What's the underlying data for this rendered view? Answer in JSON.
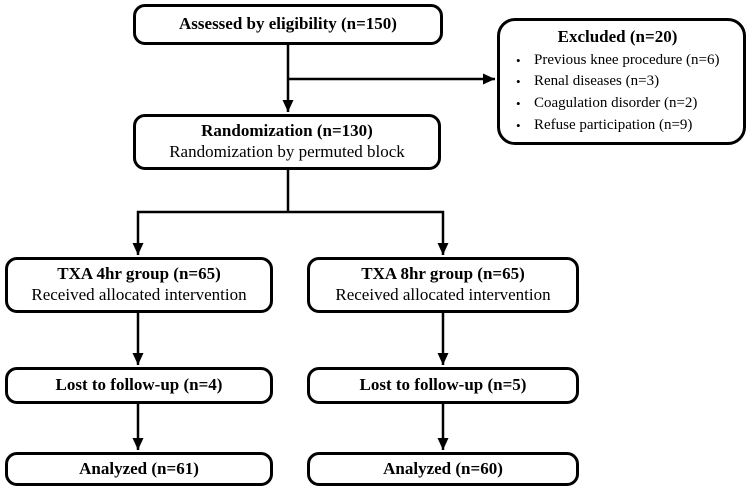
{
  "boxes": {
    "assessed": {
      "title": "Assessed by eligibility (n=150)"
    },
    "excluded": {
      "title": "Excluded (n=20)",
      "items": [
        "Previous knee procedure (n=6)",
        "Renal diseases (n=3)",
        "Coagulation disorder (n=2)",
        "Refuse participation (n=9)"
      ]
    },
    "randomization": {
      "title": "Randomization (n=130)",
      "subtitle": "Randomization by permuted block"
    },
    "txa4": {
      "title": "TXA 4hr group (n=65)",
      "subtitle": "Received allocated intervention"
    },
    "txa8": {
      "title": "TXA 8hr group (n=65)",
      "subtitle": "Received allocated intervention"
    },
    "lost4": {
      "title": "Lost to follow-up (n=4)"
    },
    "lost8": {
      "title": "Lost to follow-up (n=5)"
    },
    "analyzed4": {
      "title": "Analyzed (n=61)"
    },
    "analyzed8": {
      "title": "Analyzed (n=60)"
    }
  },
  "bullet_glyph": "•",
  "colors": {
    "line": "#000000",
    "box_border": "#000000",
    "background": "#ffffff",
    "text": "#000000"
  }
}
